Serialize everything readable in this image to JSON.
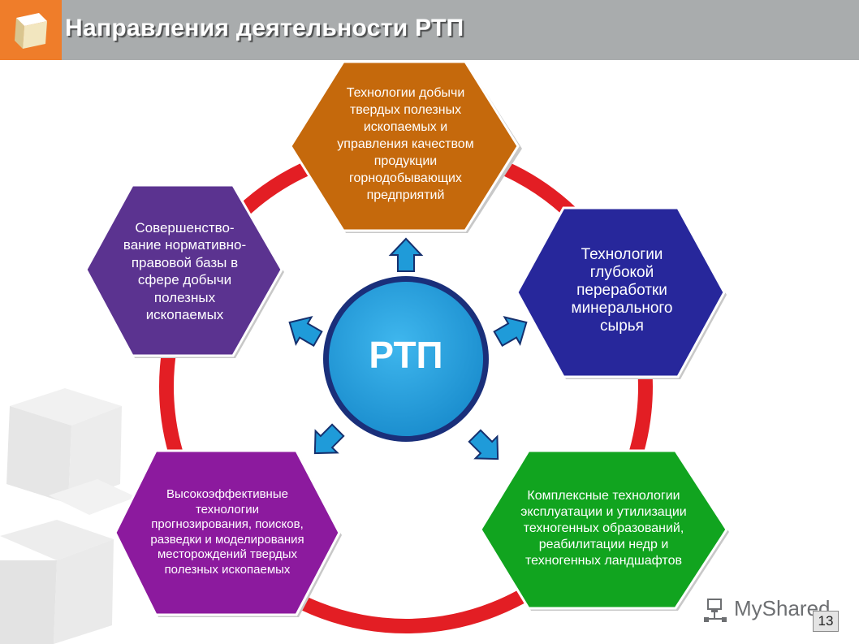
{
  "header": {
    "title": "Направления деятельности  РТП",
    "logo_icon": "cube-icon"
  },
  "center": {
    "label": "РТП",
    "color": "#1f9bd9"
  },
  "blocks": [
    {
      "id": "top",
      "text": "Технологии добычи твердых полезных ископаемых и управления качеством продукции горнодобывающих предприятий",
      "color": "#c5690c"
    },
    {
      "id": "right",
      "text": "Технологии глубокой переработки минерального сырья",
      "color": "#27279b"
    },
    {
      "id": "bottom-right",
      "text": "Комплексные технологии эксплуатации и утилизации техногенных образований, реабилитации недр и техногенных ландшафтов",
      "color": "#11a41f"
    },
    {
      "id": "bottom-left",
      "text": "Высокоэффективные технологии прогнозирования, поисков, разведки и моделирования месторождений твердых полезных ископаемых",
      "color": "#8c1a9e"
    },
    {
      "id": "left",
      "text": "Совершенство-вание нормативно-правовой базы в сфере добычи полезных ископаемых",
      "color": "#5b3390"
    }
  ],
  "ring_color": "#e31e24",
  "arrow_color": "#1f9bd9",
  "watermark": {
    "text": "MyShared",
    "icon": "network-icon"
  },
  "page_number": "13"
}
